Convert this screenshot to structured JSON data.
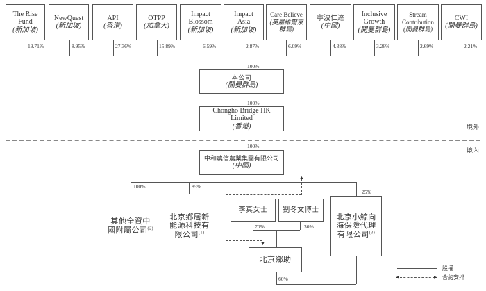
{
  "shareholders": [
    {
      "name": "The Rise Fund",
      "location": "(新加坡)",
      "stake": "19.71%"
    },
    {
      "name": "NewQuest",
      "location": "(新加坡)",
      "stake": "8.95%"
    },
    {
      "name": "API",
      "location": "(香港)",
      "stake": "27.36%"
    },
    {
      "name": "OTPP",
      "location": "(加拿大)",
      "stake": "15.89%"
    },
    {
      "name": "Impact Blossom",
      "location": "(新加坡)",
      "stake": "6.59%"
    },
    {
      "name": "Impact Asia",
      "location": "(新加坡)",
      "stake": "2.87%"
    },
    {
      "name": "Care Believe",
      "location": "(英屬維爾京群島)",
      "stake": "6.09%"
    },
    {
      "name": "寧波仁達",
      "location": "(中國)",
      "stake": "4.38%"
    },
    {
      "name": "Inclusive Growth",
      "location": "(開曼群島)",
      "stake": "3.26%"
    },
    {
      "name": "Stream Contribution",
      "location": "(開曼群島)",
      "stake": "2.69%"
    },
    {
      "name": "CWI",
      "location": "(開曼群島)",
      "stake": "2.21%"
    }
  ],
  "company": {
    "name": "本公司",
    "location": "(開曼群島)",
    "stake": "100%"
  },
  "hk_sub": {
    "name": "Chongho Bridge HK Limited",
    "location": "(香港)",
    "stake": "100%"
  },
  "zones": {
    "offshore": "境外",
    "onshore": "境內"
  },
  "prc_sub": {
    "name": "中和農信農業集團有限公司",
    "location": "(中國)",
    "stake": "100%"
  },
  "subsidiaries": [
    {
      "name": "其他全資中國附屬公司",
      "note": "(2)",
      "stake": "100%"
    },
    {
      "name": "北京鄉居新能源科技有限公司",
      "note": "(1)",
      "stake": "85%"
    },
    {
      "name": "北京小鯨向海保險代理有限公司",
      "note": "(3)",
      "stake": "25%"
    }
  ],
  "individuals": [
    {
      "name": "李真女士",
      "stake": "70%"
    },
    {
      "name": "劉冬文博士",
      "stake": "30%"
    }
  ],
  "vie": {
    "name": "北京鄉助",
    "stake": "60%"
  },
  "legend": {
    "equity": "股權",
    "contractual": "合約安排"
  }
}
